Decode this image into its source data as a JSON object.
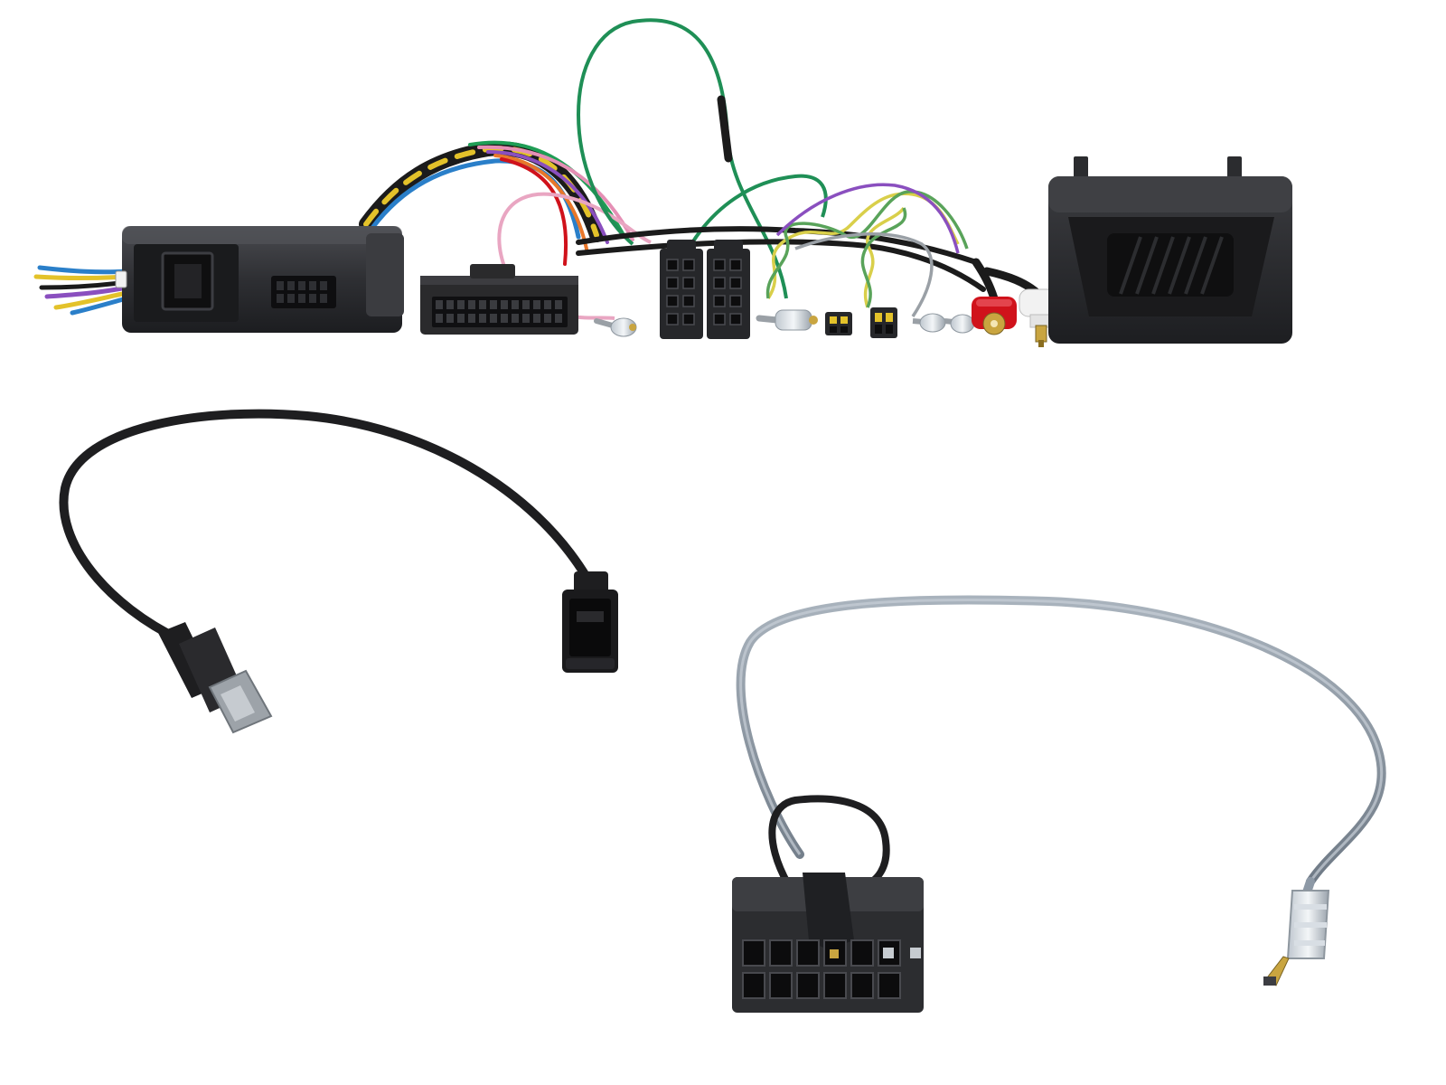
{
  "image": {
    "kind": "product-photo",
    "background": "#ffffff"
  },
  "components": [
    {
      "name": "interface-box",
      "color": "#2e2f33"
    },
    {
      "name": "quadlock-connector",
      "color": "#2a2a2c"
    },
    {
      "name": "iso-connector-pair",
      "color": "#26272a"
    },
    {
      "name": "small-2pin-connectors",
      "color": "#26272a"
    },
    {
      "name": "rca-plugs",
      "colors": [
        "#d0121b",
        "#f2f2f2"
      ],
      "tip": "#c9a540"
    },
    {
      "name": "speaker-unit",
      "color": "#2b2c2f"
    },
    {
      "name": "usb-cable",
      "color": "#1e1e20"
    },
    {
      "name": "patch-lead",
      "color": "#8d99a6"
    },
    {
      "name": "12pin-connector",
      "color": "#2c2d30"
    }
  ],
  "wire_colors": [
    "#1b1b1b",
    "#e3c22a",
    "#2a7fc9",
    "#1f9d55",
    "#e58fb5",
    "#8a4fbf",
    "#e8772a",
    "#d0121b",
    "#b7c24a"
  ]
}
